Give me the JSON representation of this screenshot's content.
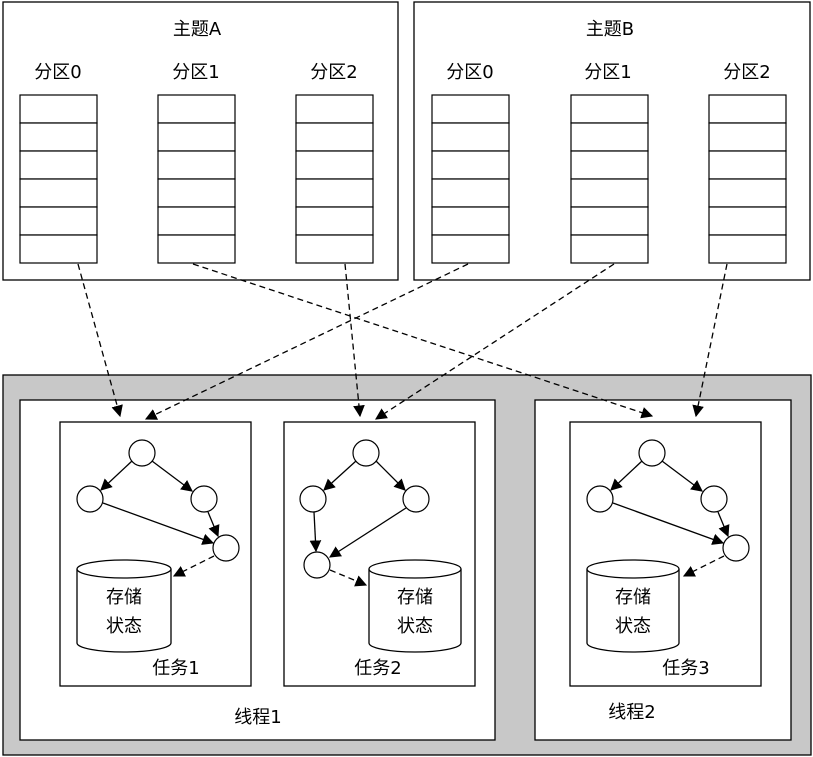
{
  "topics": [
    {
      "label": "主题A",
      "partitions": [
        "分区0",
        "分区1",
        "分区2"
      ]
    },
    {
      "label": "主题B",
      "partitions": [
        "分区0",
        "分区1",
        "分区2"
      ]
    }
  ],
  "threads": [
    {
      "label": "线程1"
    },
    {
      "label": "线程2"
    }
  ],
  "tasks": [
    {
      "label": "任务1",
      "store_line1": "存储",
      "store_line2": "状态"
    },
    {
      "label": "任务2",
      "store_line1": "存储",
      "store_line2": "状态"
    },
    {
      "label": "任务3",
      "store_line1": "存储",
      "store_line2": "状态"
    }
  ],
  "colors": {
    "runtime_background": "#c8c8c8",
    "stroke": "#000000"
  }
}
